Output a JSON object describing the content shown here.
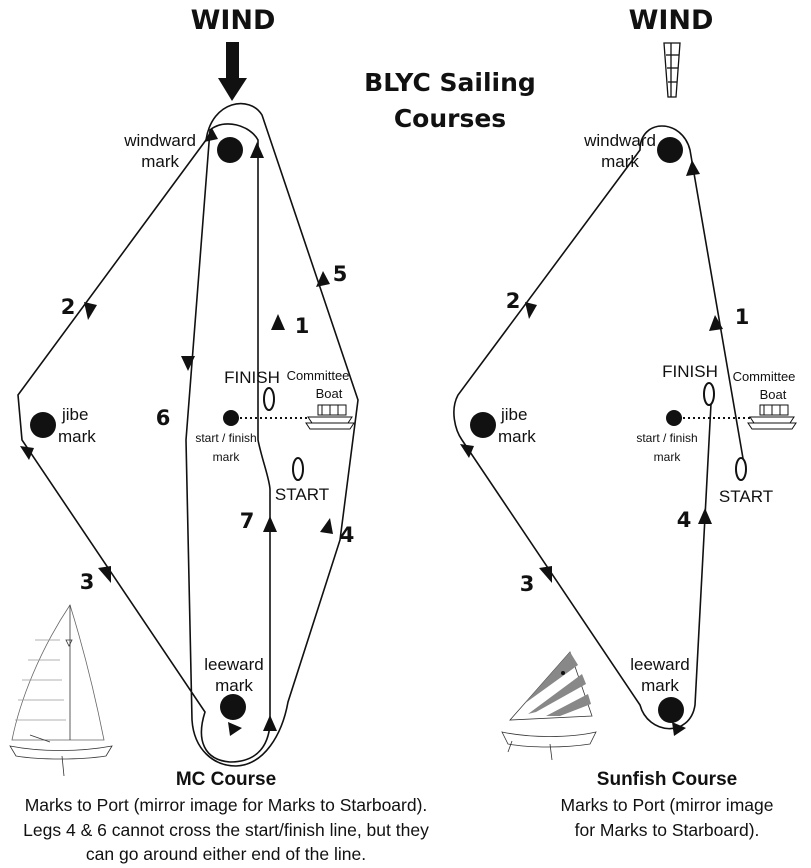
{
  "title_line1": "BLYC Sailing",
  "title_line2": "Courses",
  "mc": {
    "wind": "WIND",
    "windward_mark": [
      "windward",
      "mark"
    ],
    "jibe_mark": [
      "jibe",
      "mark"
    ],
    "leeward_mark": [
      "leeward",
      "mark"
    ],
    "start_finish_mark": [
      "start / finish",
      "mark"
    ],
    "finish": "FINISH",
    "start": "START",
    "committee_boat": [
      "Committee",
      "Boat"
    ],
    "legs": [
      "1",
      "2",
      "3",
      "4",
      "5",
      "6",
      "7"
    ],
    "course_title": "MC Course",
    "caption": [
      "Marks to Port (mirror image for Marks to Starboard).",
      "Legs 4 & 6 cannot cross the start/finish line, but they",
      "can go around either end of the line."
    ]
  },
  "sunfish": {
    "wind": "WIND",
    "windward_mark": [
      "windward",
      "mark"
    ],
    "jibe_mark": [
      "jibe",
      "mark"
    ],
    "leeward_mark": [
      "leeward",
      "mark"
    ],
    "start_finish_mark": [
      "start / finish",
      "mark"
    ],
    "finish": "FINISH",
    "start": "START",
    "committee_boat": [
      "Committee",
      "Boat"
    ],
    "legs": [
      "1",
      "2",
      "3",
      "4"
    ],
    "course_title": "Sunfish Course",
    "caption": [
      "Marks to Port (mirror image",
      "for Marks to Starboard)."
    ]
  },
  "icons": [
    "wind-arrow-icon",
    "windsock-icon",
    "pontoon-boat-icon",
    "mc-sailboat-icon",
    "sunfish-sailboat-icon"
  ]
}
